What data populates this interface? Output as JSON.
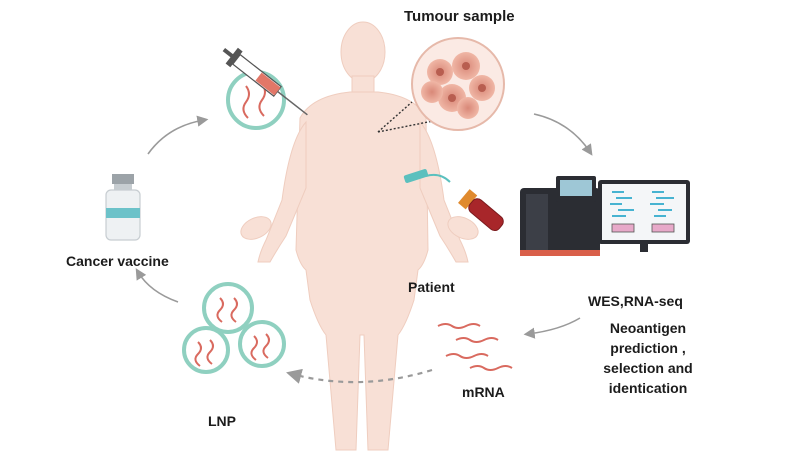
{
  "labels": {
    "tumour_sample": "Tumour sample",
    "patient": "Patient",
    "cancer_vaccine": "Cancer vaccine",
    "wes_rna_seq": "WES,RNA-seq",
    "neoantigen": "Neoantigen prediction , selection and identication",
    "mrna": "mRNA",
    "lnp": "LNP"
  },
  "colors": {
    "body": "#f8e0d6",
    "cell": "#e9a090",
    "lnp_ring": "#8fd0c0",
    "mrna": "#d96a5f",
    "arrow": "#9a9a9a",
    "machine": "#2b2d33",
    "blood": "#a8262a"
  }
}
